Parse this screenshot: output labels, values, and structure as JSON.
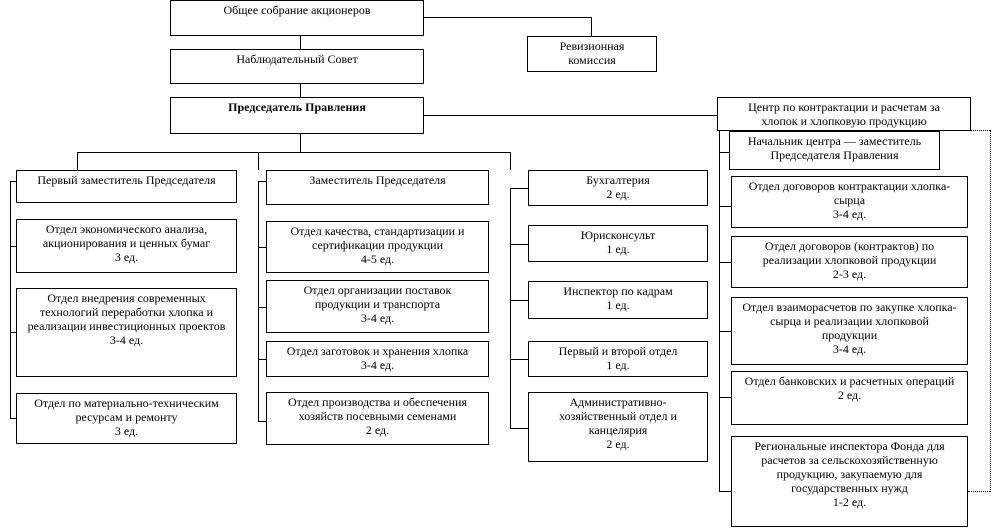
{
  "top": {
    "assembly": [
      "Общее собрание акционеров"
    ],
    "audit": [
      "Ревизионная",
      "комиссия"
    ],
    "supervisory": [
      "Наблюдательный Совет"
    ],
    "chairman": [
      "Председатель Правления"
    ]
  },
  "center": {
    "title": [
      "Центр по контрактации и расчетам за",
      "хлопок и хлопковую продукцию"
    ],
    "head": [
      "Начальник центра — заместитель",
      "Председателя Правления"
    ],
    "departments": [
      [
        "Отдел договоров контрактации хлопка-",
        "сырца",
        "3-4 ед."
      ],
      [
        "Отдел договоров (контрактов) по",
        "реализации хлопковой продукции",
        "2-3 ед."
      ],
      [
        "Отдел взаиморасчетов по закупке хлопка-",
        "сырца и реализации хлопковой",
        "продукции",
        "3-4 ед."
      ],
      [
        "Отдел банковских и расчетных операций",
        "2 ед."
      ],
      [
        "Региональные инспектора Фонда для",
        "расчетов за сельскохозяйственную",
        "продукцию, закупаемую для",
        "государственных нужд",
        "1-2 ед."
      ]
    ]
  },
  "col1": {
    "head": [
      "Первый заместитель Председателя"
    ],
    "items": [
      [
        "Отдел экономического анализа,",
        "акционирования и ценных бумаг",
        "3 ед."
      ],
      [
        "Отдел внедрения современных",
        "технологий переработки хлопка и",
        "реализации инвестиционных проектов",
        "3-4 ед."
      ],
      [
        "Отдел по материально-техническим",
        "ресурсам и ремонту",
        "3 ед."
      ]
    ]
  },
  "col2": {
    "head": [
      "Заместитель Председателя"
    ],
    "items": [
      [
        "Отдел качества, стандартизации и",
        "сертификации продукции",
        "4-5 ед."
      ],
      [
        "Отдел организации поставок",
        "продукции и транспорта",
        "3-4 ед."
      ],
      [
        "Отдел заготовок и хранения хлопка",
        "3-4 ед."
      ],
      [
        "Отдел производства и обеспечения",
        "хозяйств посевными семенами",
        "2 ед."
      ]
    ]
  },
  "col3": {
    "items": [
      [
        "Бухгалтерия",
        "2 ед."
      ],
      [
        "Юрисконсульт",
        "1 ед."
      ],
      [
        "Инспектор по кадрам",
        "1 ед."
      ],
      [
        "Первый и второй отдел",
        "1 ед."
      ],
      [
        "Административно-",
        "хозяйственный отдел и",
        "канцелярия",
        "2 ед."
      ]
    ]
  }
}
